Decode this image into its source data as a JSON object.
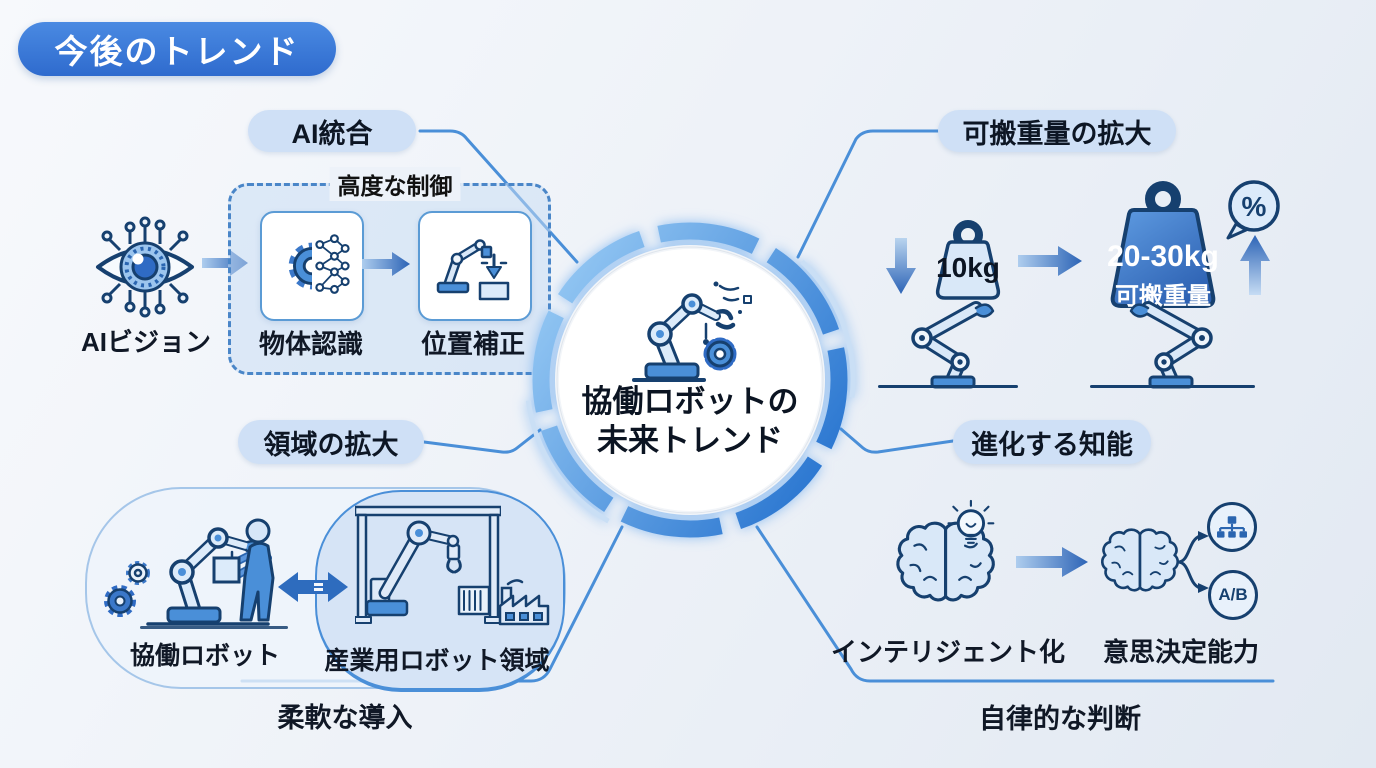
{
  "title": "今後のトレンド",
  "center": {
    "line1": "協働ロボットの",
    "line2": "未来トレンド"
  },
  "ai": {
    "label": "AI統合",
    "vision": "AIビジョン",
    "box_title": "高度な制御",
    "card1": "物体認識",
    "card2": "位置補正"
  },
  "payload": {
    "label": "可搬重量の拡大",
    "before": "10kg",
    "after_line1": "20-30kg",
    "after_line2": "可搬重量",
    "percent": "%"
  },
  "domain": {
    "label": "領域の拡大",
    "left": "協働ロボット",
    "right": "産業用ロボット領域",
    "caption": "柔軟な導入"
  },
  "intelligence": {
    "label": "進化する知能",
    "left": "インテリジェント化",
    "right": "意思決定能力",
    "ab": "A/B",
    "caption": "自律的な判断"
  },
  "colors": {
    "accent_blue": "#3b7cd9",
    "connector_blue": "#4a8fd8",
    "dark_outline": "#16406f",
    "pill_bg": "#cfe0f6",
    "weight_fill": "#2d61b2"
  },
  "icons": [
    "ai-vision-eye-icon",
    "gear-network-icon",
    "arm-positioning-icon",
    "robot-arm-gear-icon",
    "kettlebell-icon",
    "robot-arm-holding-icon",
    "percent-bubble-icon",
    "gears-icon",
    "cobot-arm-icon",
    "worker-with-box-icon",
    "gantry-robot-icon",
    "factory-icon",
    "brain-bulb-icon",
    "brain-icon",
    "org-chart-icon",
    "ab-choice-icon"
  ]
}
